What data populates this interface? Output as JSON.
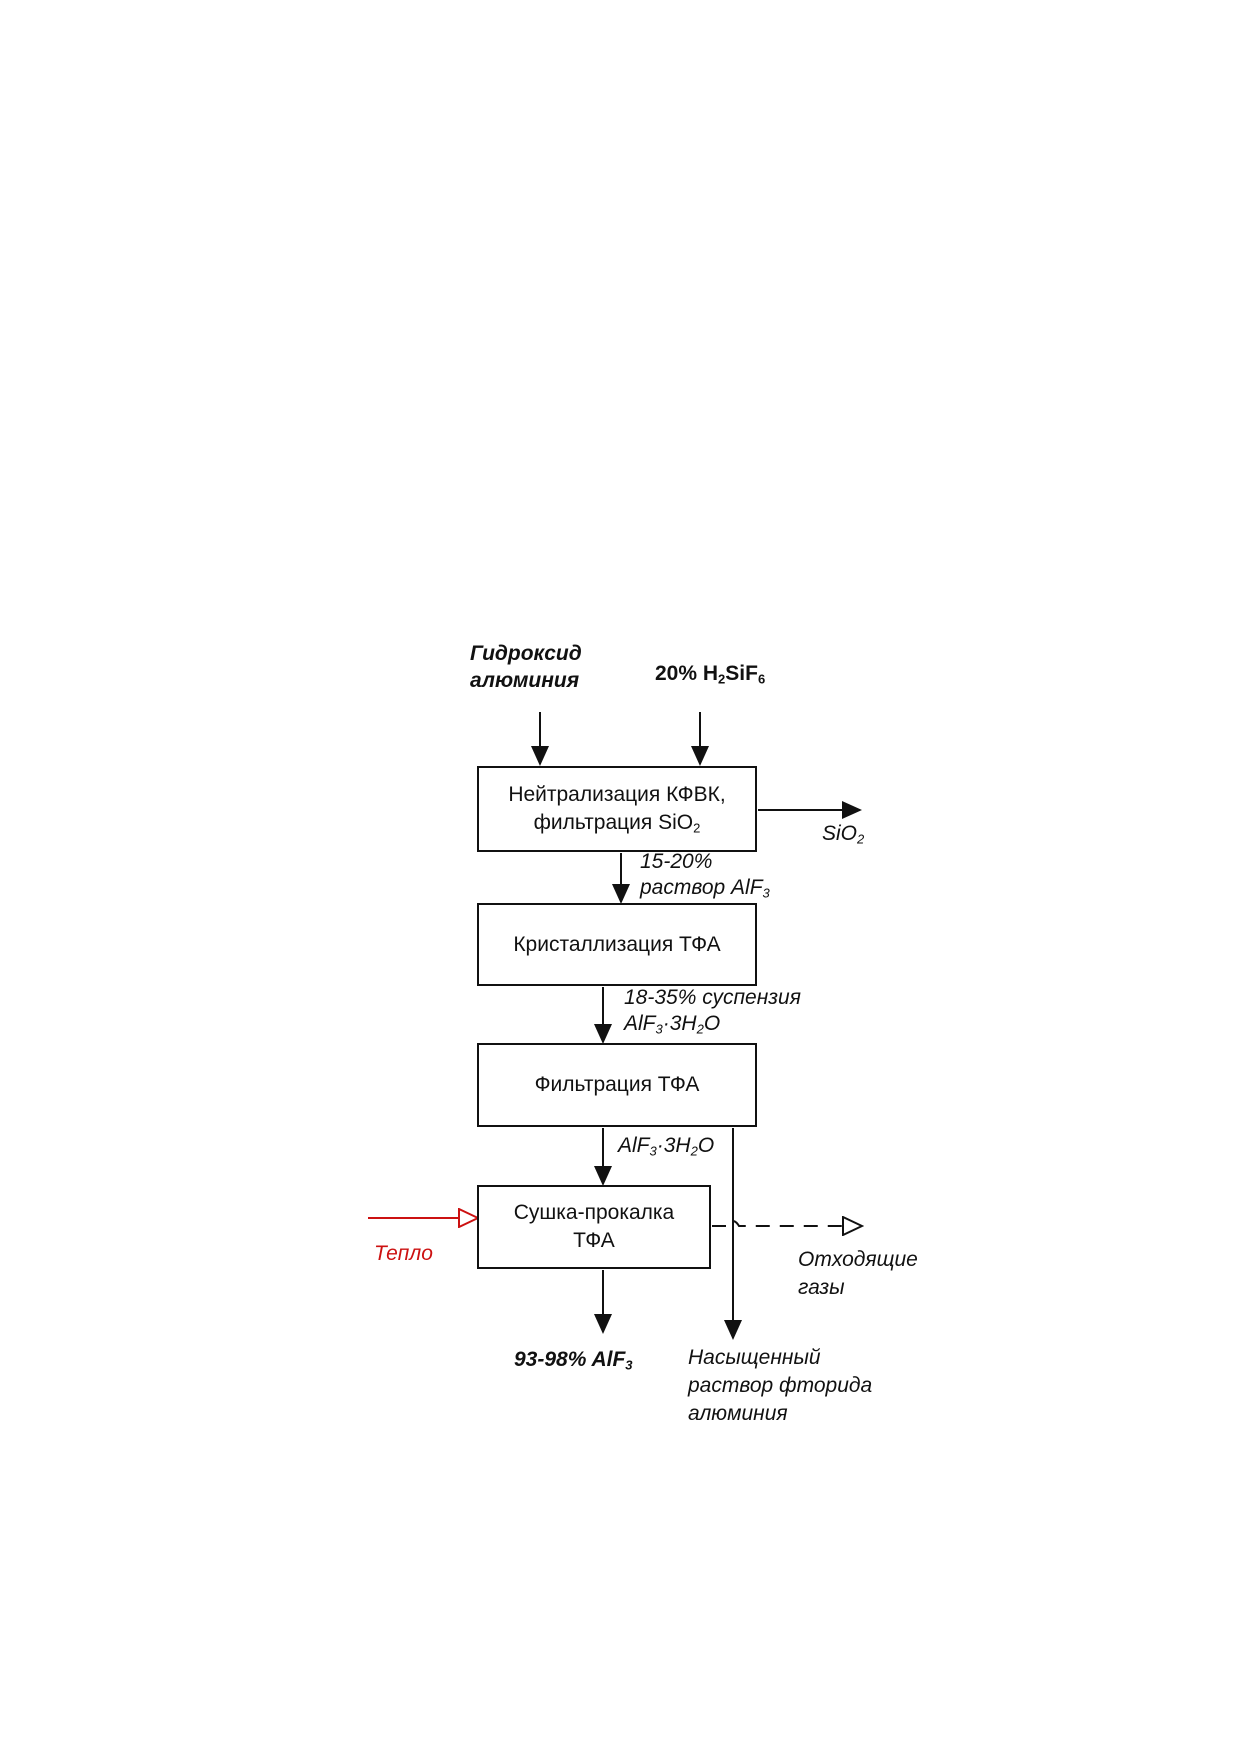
{
  "inputs": {
    "aluminum_hydroxide_line1": "Гидроксид",
    "aluminum_hydroxide_line2": "алюминия",
    "acid_prefix": "20% H",
    "acid_sub1": "2",
    "acid_mid": "SiF",
    "acid_sub2": "6"
  },
  "boxes": {
    "neutralization_line1": "Нейтрализация КФВК,",
    "neutralization_line2_prefix": "фильтрация SiO",
    "neutralization_line2_sub": "2",
    "crystallization": "Кристаллизация ТФА",
    "filtration": "Фильтрация ТФА",
    "drying_line1": "Сушка-прокалка",
    "drying_line2": "ТФА"
  },
  "flows": {
    "sio2_prefix": "SiO",
    "sio2_sub": "2",
    "solution_line1": "15-20%",
    "solution_line2_prefix": "раствор AlF",
    "solution_line2_sub": "3",
    "suspension_line1": "18-35% суспензия",
    "suspension_line2_a": "AlF",
    "suspension_line2_sub1": "3",
    "suspension_line2_b": "·3H",
    "suspension_line2_sub2": "2",
    "suspension_line2_c": "O",
    "crystals_a": "AlF",
    "crystals_sub1": "3",
    "crystals_b": "·3H",
    "crystals_sub2": "2",
    "crystals_c": "O",
    "heat": "Тепло",
    "offgas_line1": "Отходящие",
    "offgas_line2": "газы",
    "product_prefix": "93-98% AlF",
    "product_sub": "3",
    "saturated_line1": "Насыщенный",
    "saturated_line2": "раствор фторида",
    "saturated_line3": "алюминия"
  },
  "colors": {
    "line": "#111111",
    "heat": "#cc1111"
  }
}
